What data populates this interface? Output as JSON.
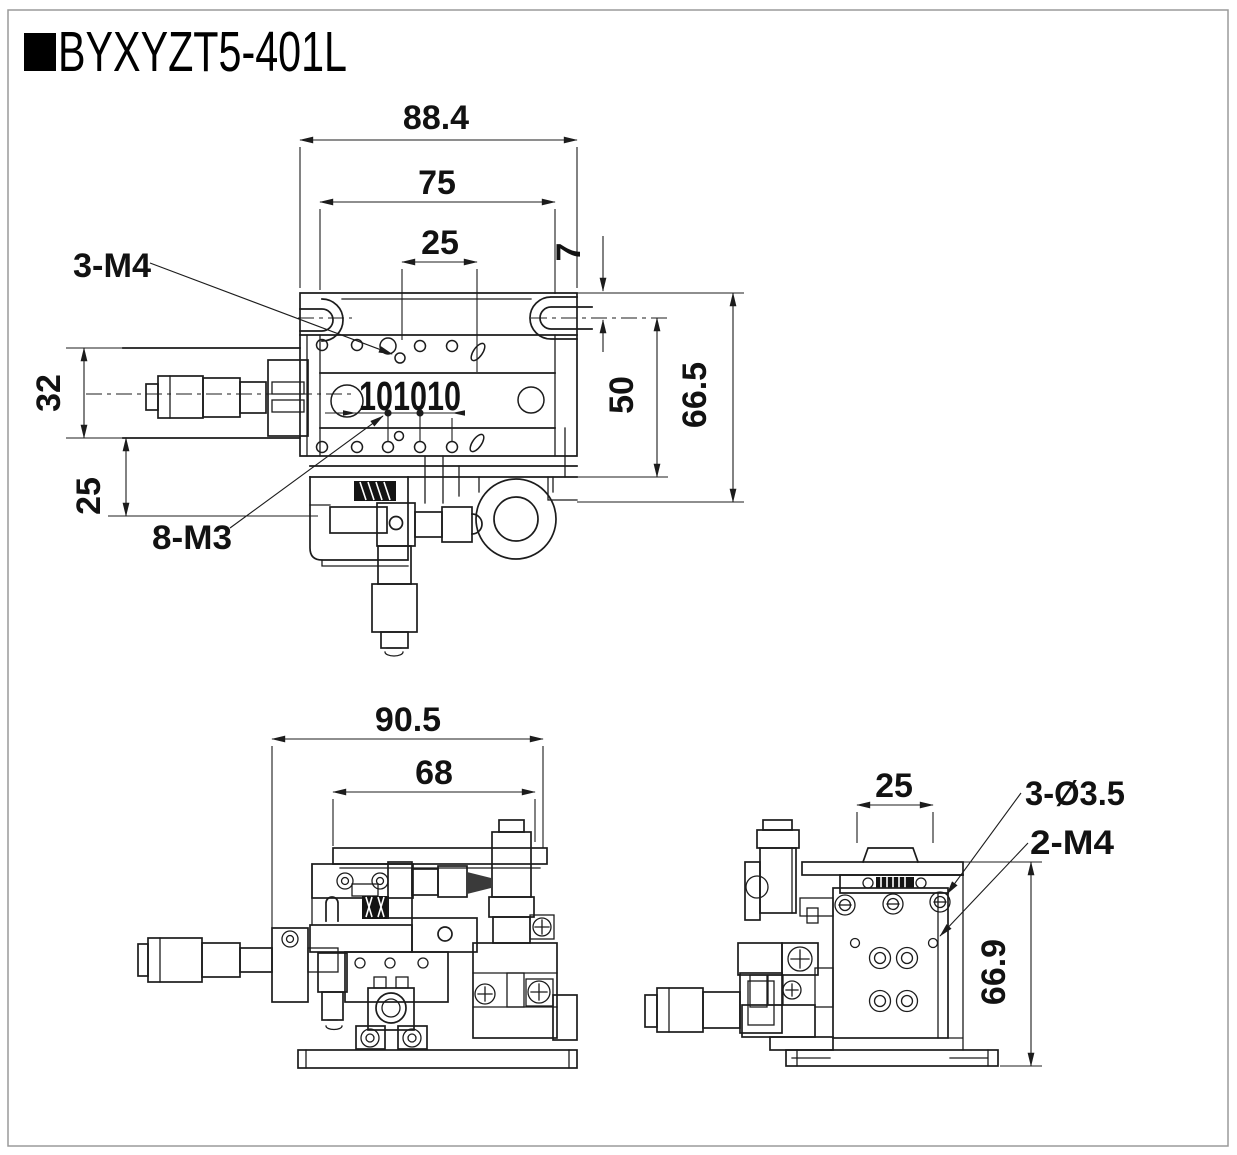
{
  "title": "BYXYZT5-401L",
  "colors": {
    "line": "#1c1c1c",
    "frame": "#9a9a9a",
    "background": "#ffffff"
  },
  "top_view": {
    "dim_overall_width": "88.4",
    "dim_stage_width": "75",
    "dim_center_pitch": "25",
    "dim_slot_offset": "7",
    "dim_inner_height": "50",
    "dim_overall_height": "66.5",
    "dim_rail_width": "32",
    "dim_lower_offset": "25",
    "dim_hole_pitch": "101010",
    "label_mount_holes": "3-M4",
    "label_grid_holes": "8-M3"
  },
  "front_view": {
    "dim_overall_width": "90.5",
    "dim_top_width": "68"
  },
  "side_view": {
    "dim_top_width": "25",
    "dim_overall_height": "66.9",
    "label_through_holes": "3-Ø3.5",
    "label_tapped_holes": "2-M4"
  }
}
